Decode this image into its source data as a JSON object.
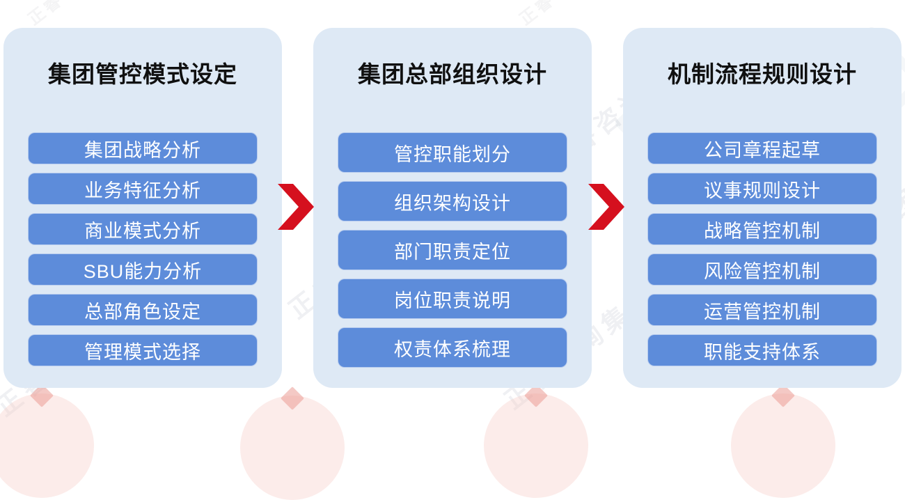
{
  "columns": [
    {
      "title": "集团管控模式设定",
      "items": [
        "集团战略分析",
        "业务特征分析",
        "商业模式分析",
        "SBU能力分析",
        "总部角色设定",
        "管理模式选择"
      ]
    },
    {
      "title": "集团总部组织设计",
      "items": [
        "管控职能划分",
        "组织架构设计",
        "部门职责定位",
        "岗位职责说明",
        "权责体系梳理"
      ]
    },
    {
      "title": "机制流程规则设计",
      "items": [
        "公司章程起草",
        "议事规则设计",
        "战略管控机制",
        "风险管控机制",
        "运营管控机制",
        "职能支持体系"
      ]
    }
  ],
  "watermark": {
    "text": "正睿咨询集团",
    "fragment": "正睿"
  },
  "colors": {
    "page_bg": "#FFFFFF",
    "panel_bg": "#DEE9F5",
    "button_bg": "#5D8CDA",
    "button_text": "#FFFFFF",
    "title_text": "#101010",
    "arrow_red": "#D5101E"
  }
}
